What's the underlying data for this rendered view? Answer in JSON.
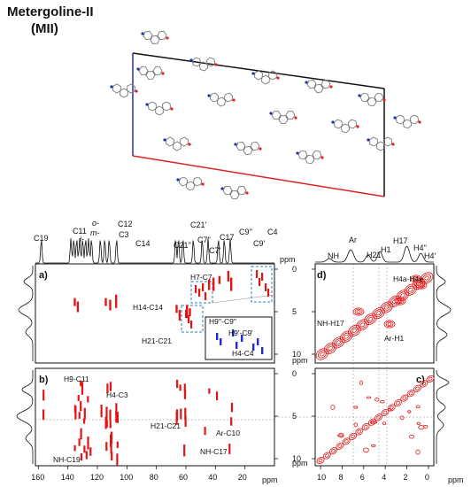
{
  "figure": {
    "title_line1": "Metergoline-II",
    "title_line2": "(MII)"
  },
  "carbon_1d_labels": [
    "C19",
    "C11",
    "i-",
    "o-",
    "m-",
    "C12",
    "C3",
    "C14",
    "C21''",
    "C21'",
    "C7''",
    "C7'",
    "C17",
    "C9''",
    "C9'",
    "C4"
  ],
  "proton_1d_labels": [
    "NH",
    "Ar",
    "H21",
    "H1",
    "H17",
    "H4''",
    "H4'"
  ],
  "axes": {
    "unit": "ppm",
    "c13_ticks": [
      "160",
      "140",
      "120",
      "100",
      "80",
      "60",
      "40",
      "20"
    ],
    "h1_ticks": [
      "10",
      "8",
      "6",
      "4",
      "2",
      "0"
    ],
    "y_ticks": [
      "0",
      "5",
      "10"
    ]
  },
  "panels": {
    "a": {
      "label": "a)",
      "annotations": [
        "H7-C7",
        "H14-C14",
        "H21-C21",
        "H9''-C9''",
        "H9'-C9'",
        "H4-C4"
      ]
    },
    "b": {
      "label": "b)",
      "annotations": [
        "H9-C11",
        "H4-C3",
        "H21-C21",
        "Ar-C10",
        "NH-C17",
        "NH-C19"
      ]
    },
    "c": {
      "label": "c)"
    },
    "d": {
      "label": "d)",
      "annotations": [
        "H4a-H4e",
        "NH-H17",
        "Ar-H1"
      ]
    }
  }
}
